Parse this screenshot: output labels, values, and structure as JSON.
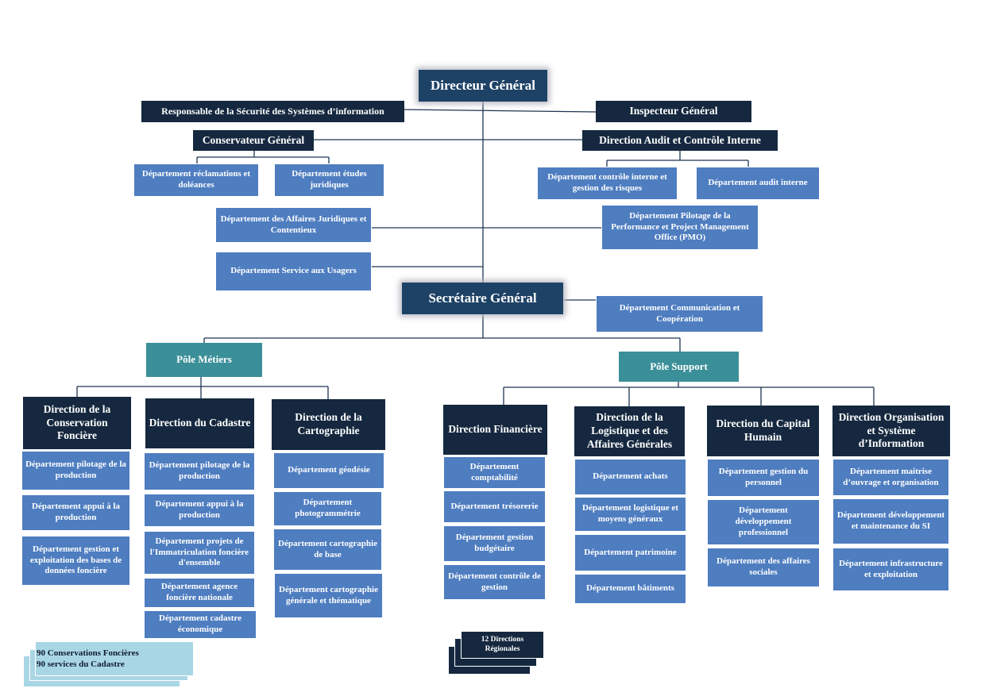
{
  "directeur_general": "Directeur Général",
  "rssi": "Responsable de la Sécurité des Systèmes d’information",
  "inspecteur_general": "Inspecteur Général",
  "conservateur_general": "Conservateur Général",
  "direction_audit": "Direction Audit et Contrôle Interne",
  "dept_reclamations": "Département réclamations et doléances",
  "dept_etudes_juridiques": "Département études juridiques",
  "dept_controle_interne": "Département contrôle interne et gestion des risques",
  "dept_audit_interne": "Département audit interne",
  "dept_affaires_juridiques": "Département des Affaires Juridiques et Contentieux",
  "dept_pilotage_performance": "Département Pilotage de la Performance et Project Management Office (PMO)",
  "dept_service_usagers": "Département Service aux Usagers",
  "secretaire_general": "Secrétaire Général",
  "dept_communication": "Département Communication et Coopération",
  "pole_metiers": "Pôle Métiers",
  "pole_support": "Pôle Support",
  "directions": [
    {
      "title": "Direction de la Conservation Foncière",
      "departments": [
        "Département pilotage de la production",
        "Département appui à la production",
        "Département gestion et exploitation des bases de données foncière"
      ]
    },
    {
      "title": "Direction du Cadastre",
      "departments": [
        "Département pilotage de la production",
        "Département appui à la production",
        "Département projets de l'Immatriculation foncière d'ensemble",
        "Département agence foncière nationale",
        "Département cadastre économique"
      ]
    },
    {
      "title": "Direction de la Cartographie",
      "departments": [
        "Département géodésie",
        "Département photogrammétrie",
        "Département cartographie de base",
        "Département cartographie générale et thématique"
      ]
    },
    {
      "title": "Direction Financière",
      "departments": [
        "Département comptabilité",
        "Département trésorerie",
        "Département gestion budgétaire",
        "Département contrôle de gestion"
      ]
    },
    {
      "title": "Direction de la Logistique et des Affaires Générales",
      "departments": [
        "Département achats",
        "Département logistique et moyens généraux",
        "Département patrimoine",
        "Département bâtiments"
      ]
    },
    {
      "title": "Direction du Capital Humain",
      "departments": [
        "Département gestion du personnel",
        "Département développement professionnel",
        "Département des affaires sociales"
      ]
    },
    {
      "title": "Direction Organisation et Système d’Information",
      "departments": [
        "Département maitrise d’ouvrage et organisation",
        "Département développement et maintenance du SI",
        "Département infrastructure et exploitation"
      ]
    }
  ],
  "conservations_note": [
    "90 Conservations Foncières",
    "90 services du Cadastre"
  ],
  "directions_regionales": "12 Directions Régionales"
}
